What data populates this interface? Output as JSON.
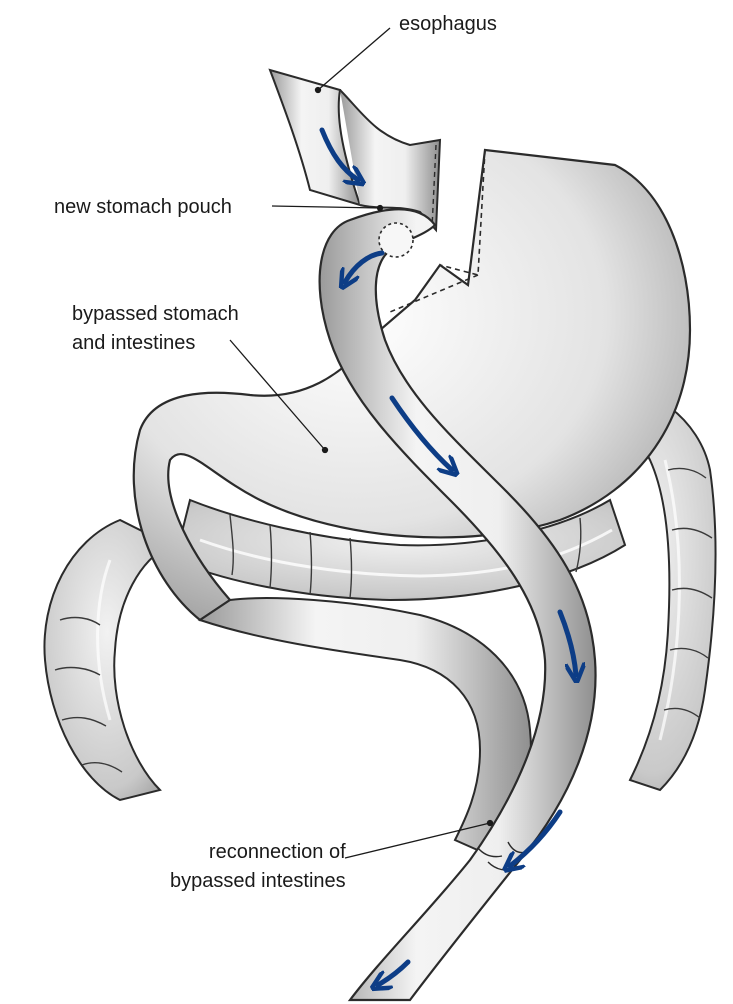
{
  "labels": {
    "esophagus": "esophagus",
    "new_stomach_pouch": "new stomach pouch",
    "bypassed_line1": "bypassed stomach",
    "bypassed_line2": "and intestines",
    "reconnection_line1": "reconnection of",
    "reconnection_line2": "bypassed intestines"
  },
  "colors": {
    "arrow": "#0d3d86",
    "outline": "#2b2b2b",
    "organ_fill": "#e6e6e6",
    "shadow": "#b7b7b7"
  },
  "icons": {
    "flow_arrow": "curved-arrow-icon"
  }
}
